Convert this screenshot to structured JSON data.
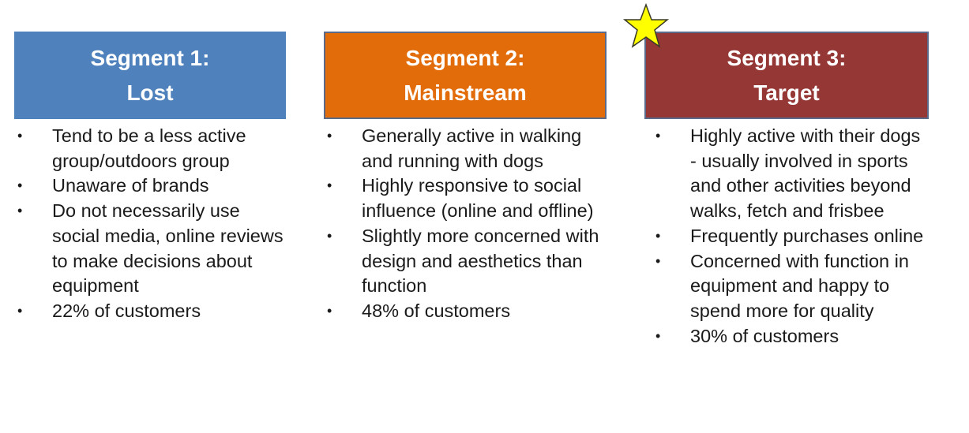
{
  "segments": [
    {
      "title_line1": "Segment 1:",
      "title_line2": "Lost",
      "color": "#4f81bd",
      "bullets": [
        "Tend to be a less active group/outdoors group",
        "Unaware of brands",
        "Do not necessarily use social media, online reviews to make decisions about equipment",
        "22% of customers"
      ]
    },
    {
      "title_line1": "Segment 2:",
      "title_line2": "Mainstream",
      "color": "#e36c0a",
      "bullets": [
        "Generally active in walking and running with dogs",
        "Highly responsive to social influence (online and offline)",
        "Slightly more concerned with design and aesthetics than function",
        "48% of customers"
      ]
    },
    {
      "title_line1": "Segment 3:",
      "title_line2": "Target",
      "color": "#953735",
      "bullets": [
        "Highly active with their dogs - usually involved in sports and other activities beyond walks, fetch and frisbee",
        "Frequently purchases online",
        "Concerned with function in equipment and happy to spend more for quality",
        "30% of customers"
      ]
    }
  ],
  "marker": {
    "icon": "star-icon",
    "color": "#ffff00"
  }
}
